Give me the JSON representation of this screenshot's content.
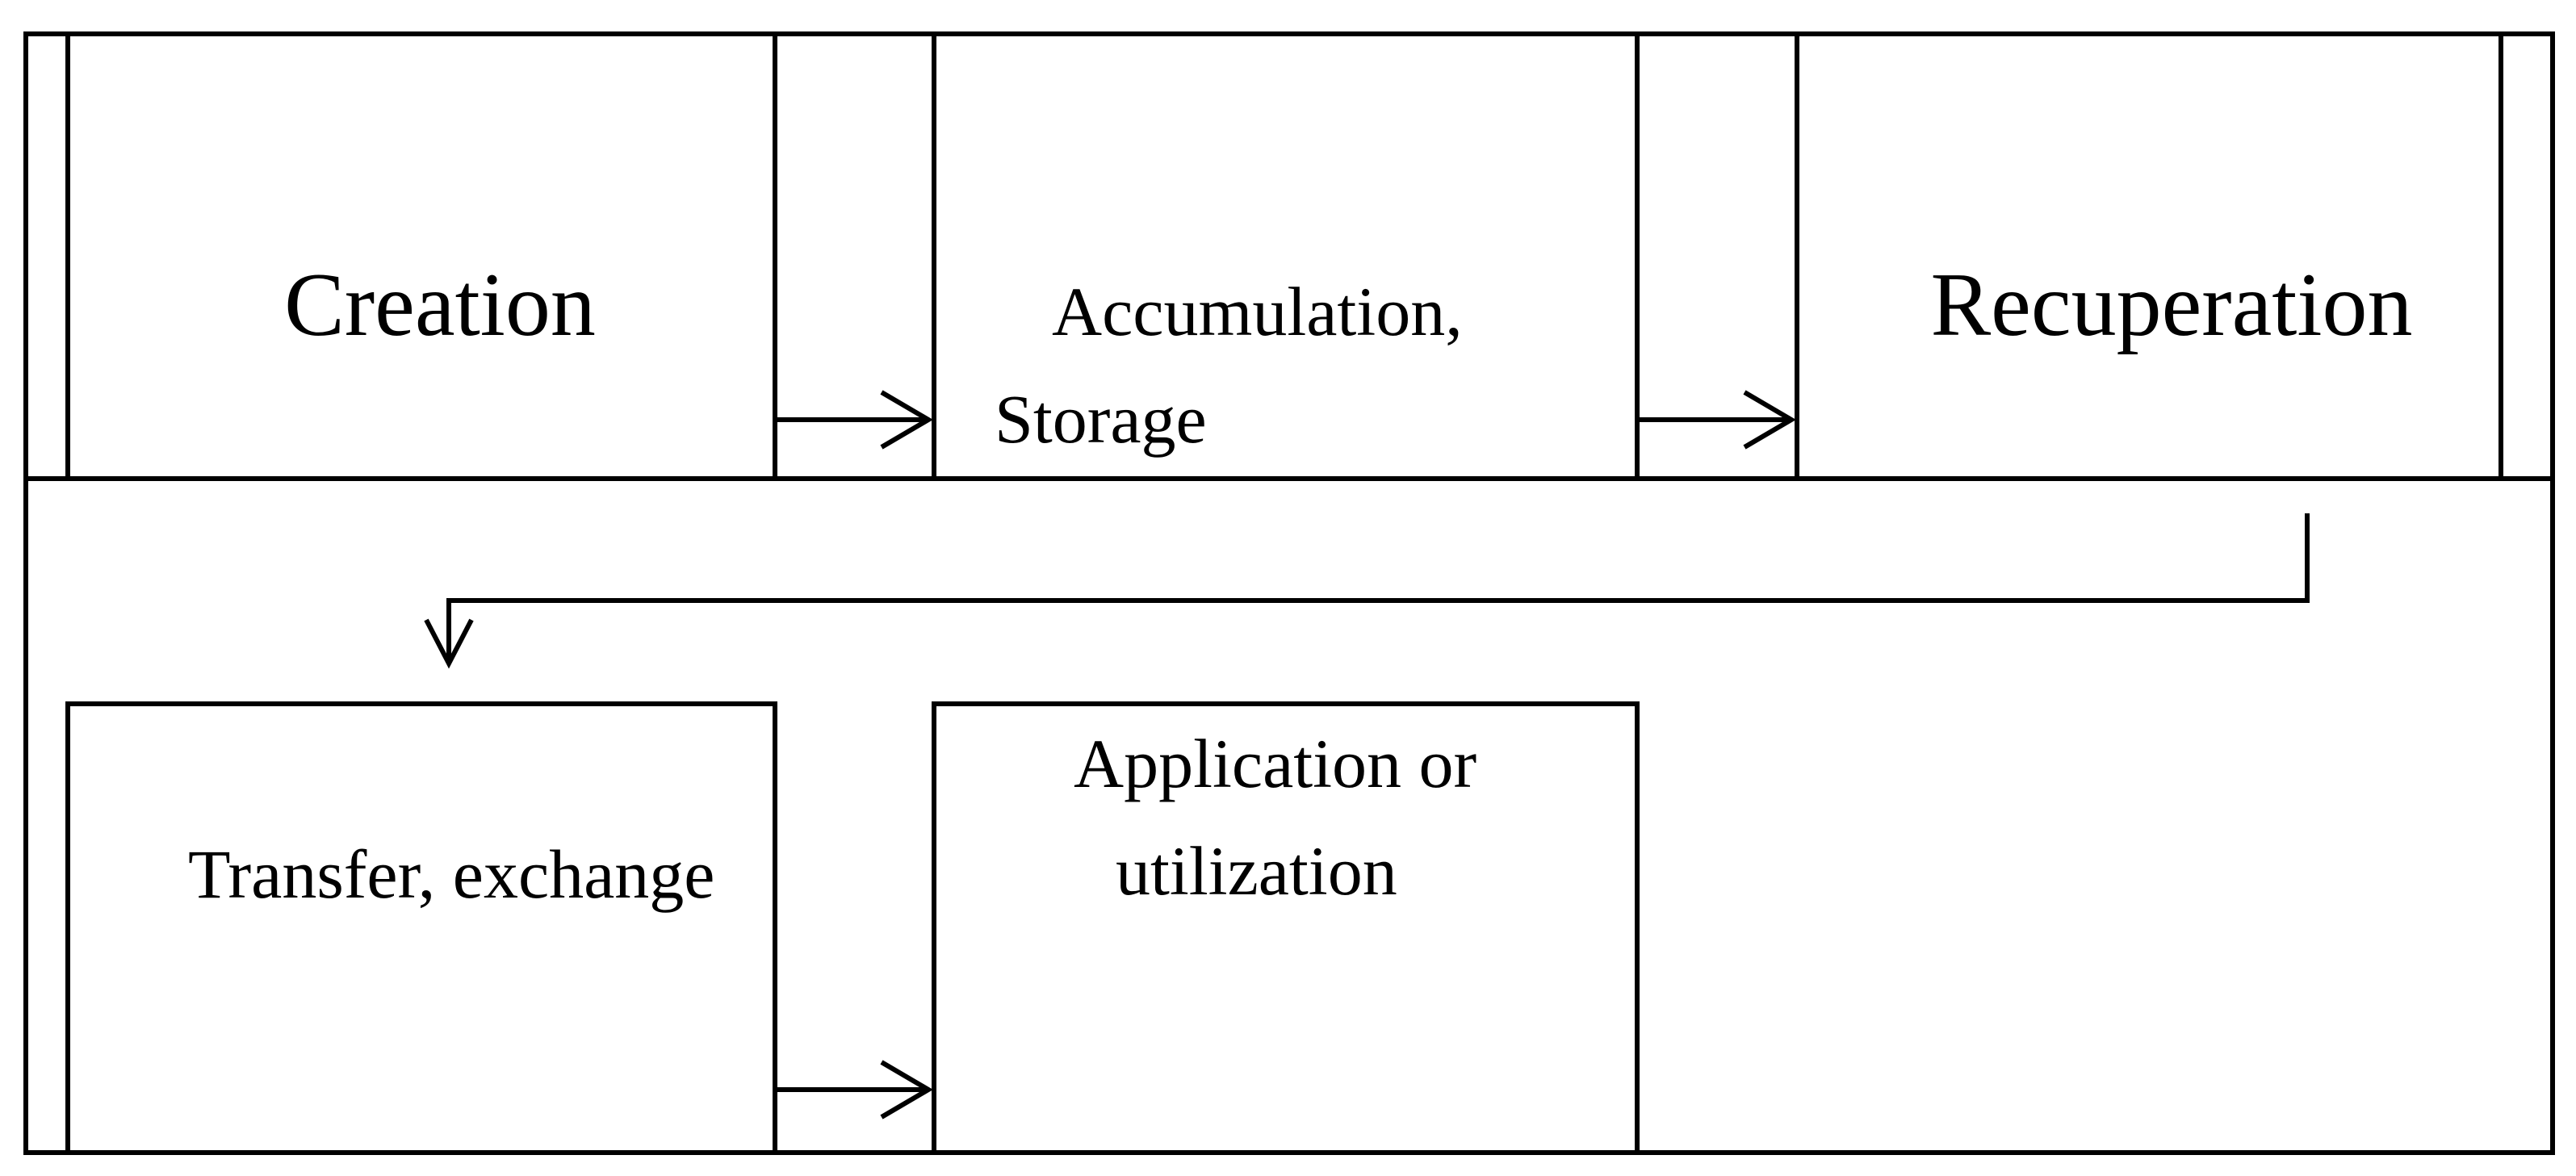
{
  "diagram": {
    "nodes": {
      "creation": {
        "label": "Creation"
      },
      "accumulation": {
        "line1": "Accumulation,",
        "line2": "Storage"
      },
      "recuperation": {
        "label": "Recuperation"
      },
      "transfer": {
        "label": "Transfer, exchange"
      },
      "application": {
        "line1": "Application or",
        "line2": "utilization"
      }
    },
    "flow": [
      {
        "from": "Creation",
        "to": "Accumulation, Storage"
      },
      {
        "from": "Accumulation, Storage",
        "to": "Recuperation"
      },
      {
        "from": "Recuperation",
        "to": "Transfer, exchange"
      },
      {
        "from": "Transfer, exchange",
        "to": "Application or utilization"
      }
    ]
  }
}
